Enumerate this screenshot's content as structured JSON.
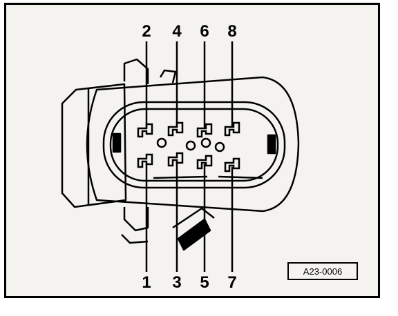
{
  "figure": {
    "pin_labels_top": [
      "2",
      "4",
      "6",
      "8"
    ],
    "pin_labels_bottom": [
      "1",
      "3",
      "5",
      "7"
    ],
    "reference_code": "A23-0006"
  }
}
